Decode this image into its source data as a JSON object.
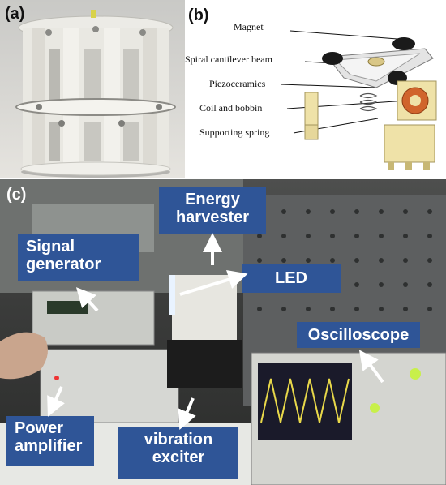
{
  "panels": {
    "a": {
      "letter": "(a)"
    },
    "b": {
      "letter": "(b)",
      "labels": {
        "magnet": "Magnet",
        "beam": "Spiral cantilever beam",
        "piezo": "Piezoceramics",
        "coil": "Coil and bobbin",
        "spring": "Supporting spring"
      }
    },
    "c": {
      "letter": "(c)",
      "callouts": {
        "energy_line1": "Energy",
        "energy_line2": "harvester",
        "signal_line1": "Signal",
        "signal_line2": "generator",
        "led": "LED",
        "oscilloscope": "Oscilloscope",
        "power_line1": "Power",
        "power_line2": "amplifier",
        "vibration_line1": "vibration",
        "vibration_line2": "exciter"
      }
    }
  },
  "colors": {
    "callout_bg": "#2f5597",
    "callout_text": "#ffffff",
    "scope_trace": "#e8d84a",
    "scope_screen": "#1a1a2a"
  }
}
